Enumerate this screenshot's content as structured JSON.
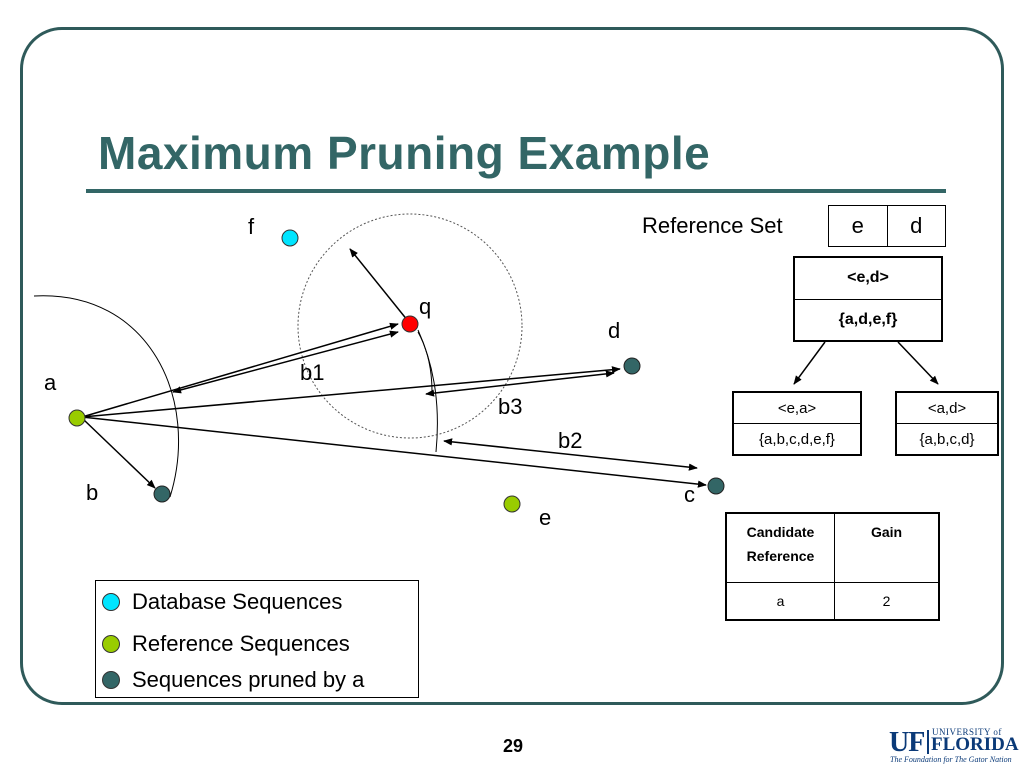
{
  "slide": {
    "title": "Maximum Pruning Example",
    "page_number": "29"
  },
  "colors": {
    "title": "#336666",
    "database_point": "#00e5ff",
    "reference_point": "#99cc00",
    "pruned_point": "#336666",
    "query_point": "#ff0000"
  },
  "points": {
    "f": "f",
    "q": "q",
    "d": "d",
    "a": "a",
    "b": "b",
    "c": "c",
    "e": "e"
  },
  "distance_labels": {
    "b1": "b1",
    "b2": "b2",
    "b3": "b3"
  },
  "reference_set": {
    "label": "Reference Set",
    "items": [
      "e",
      "d"
    ]
  },
  "tree": {
    "root": {
      "sequence": "<e,d>",
      "set": "{a,d,e,f}"
    },
    "left": {
      "sequence": "<e,a>",
      "set": "{a,b,c,d,e,f}"
    },
    "right": {
      "sequence": "<a,d>",
      "set": "{a,b,c,d}"
    }
  },
  "gain_table": {
    "headers": [
      "Candidate Reference",
      "Gain"
    ],
    "header_lines": [
      "Candidate",
      "Reference"
    ],
    "rows": [
      [
        "a",
        "2"
      ]
    ]
  },
  "legend": {
    "items": [
      {
        "label": "Database Sequences",
        "icon": "cyan-circle-icon"
      },
      {
        "label": "Reference Sequences",
        "icon": "green-circle-icon"
      },
      {
        "label": "Sequences pruned by a",
        "icon": "teal-circle-icon"
      }
    ]
  },
  "logo": {
    "uf": "UF",
    "university_of": "UNIVERSITY of",
    "florida": "FLORIDA",
    "tagline": "The Foundation for The Gator Nation"
  }
}
